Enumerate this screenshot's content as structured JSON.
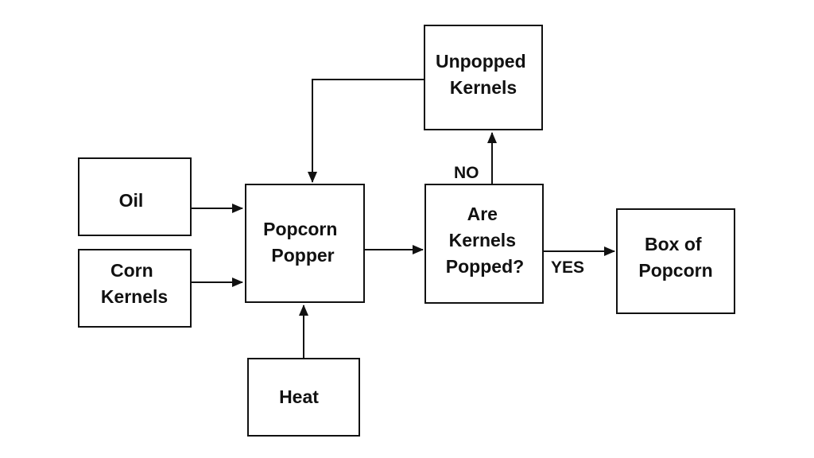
{
  "colors": {
    "line": "#111111",
    "background": "#ffffff"
  },
  "nodes": {
    "oil": {
      "lines": [
        "Oil"
      ]
    },
    "corn": {
      "lines": [
        "Corn",
        "Kernels"
      ]
    },
    "popper": {
      "lines": [
        "Popcorn",
        "Popper"
      ]
    },
    "heat": {
      "lines": [
        "Heat"
      ]
    },
    "decision": {
      "lines": [
        "Are",
        "Kernels",
        "Popped?"
      ]
    },
    "unpopped": {
      "lines": [
        "Unpopped",
        "Kernels"
      ]
    },
    "box": {
      "lines": [
        "Box of",
        "Popcorn"
      ]
    }
  },
  "edges": {
    "no_label": "NO",
    "yes_label": "YES"
  }
}
